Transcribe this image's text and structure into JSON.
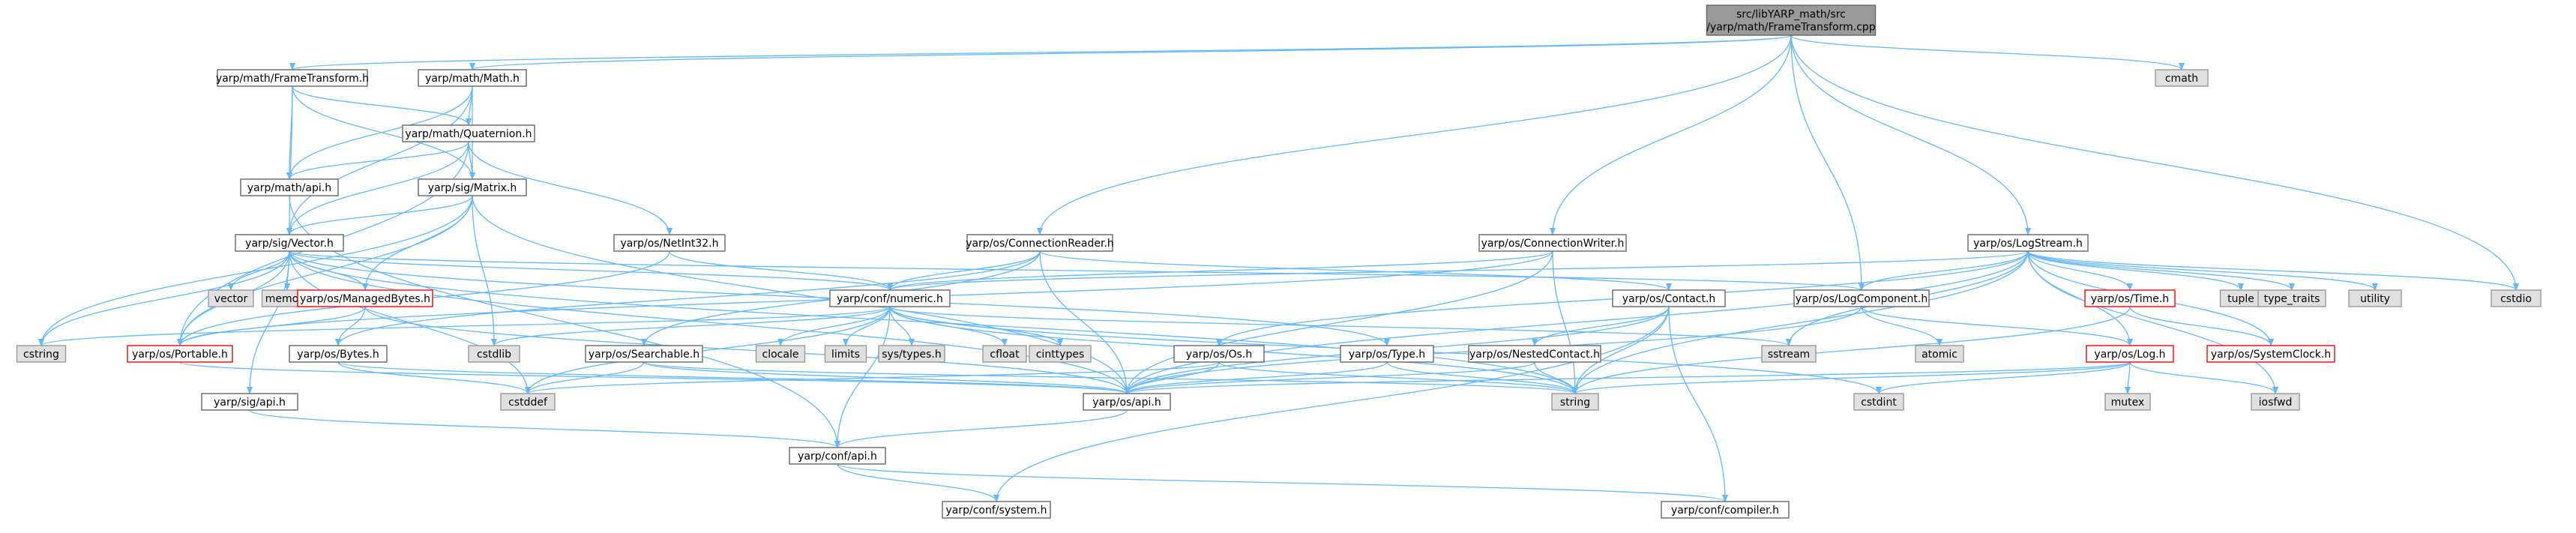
{
  "colors": {
    "edge": "#63b8ff",
    "root_fill": "#999999",
    "root_border": "#666666",
    "header_fill": "#ffffff",
    "header_border": "#666666",
    "system_fill": "#e0e0e0",
    "system_border": "#999999",
    "truncated_border": "#ff0000"
  },
  "nodes": [
    {
      "id": "root",
      "lines": [
        "src/libYARP_math/src",
        "/yarp/math/FrameTransform.cpp"
      ],
      "style": "root"
    },
    {
      "id": "frametransform_h",
      "lines": [
        "yarp/math/FrameTransform.h"
      ],
      "style": "header"
    },
    {
      "id": "math_h",
      "lines": [
        "yarp/math/Math.h"
      ],
      "style": "header"
    },
    {
      "id": "quaternion_h",
      "lines": [
        "yarp/math/Quaternion.h"
      ],
      "style": "header"
    },
    {
      "id": "math_api_h",
      "lines": [
        "yarp/math/api.h"
      ],
      "style": "header"
    },
    {
      "id": "matrix_h",
      "lines": [
        "yarp/sig/Matrix.h"
      ],
      "style": "header"
    },
    {
      "id": "vector_h",
      "lines": [
        "yarp/sig/Vector.h"
      ],
      "style": "header"
    },
    {
      "id": "netint32_h",
      "lines": [
        "yarp/os/NetInt32.h"
      ],
      "style": "header"
    },
    {
      "id": "connectionreader_h",
      "lines": [
        "yarp/os/ConnectionReader.h"
      ],
      "style": "header"
    },
    {
      "id": "connectionwriter_h",
      "lines": [
        "yarp/os/ConnectionWriter.h"
      ],
      "style": "header"
    },
    {
      "id": "logstream_h",
      "lines": [
        "yarp/os/LogStream.h"
      ],
      "style": "header"
    },
    {
      "id": "cmath",
      "lines": [
        "cmath"
      ],
      "style": "system"
    },
    {
      "id": "cstdio",
      "lines": [
        "cstdio"
      ],
      "style": "system"
    },
    {
      "id": "vector",
      "lines": [
        "vector"
      ],
      "style": "system"
    },
    {
      "id": "memory",
      "lines": [
        "memory"
      ],
      "style": "system"
    },
    {
      "id": "managedbytes_h",
      "lines": [
        "yarp/os/ManagedBytes.h"
      ],
      "style": "truncated"
    },
    {
      "id": "numeric_h",
      "lines": [
        "yarp/conf/numeric.h"
      ],
      "style": "header"
    },
    {
      "id": "contact_h",
      "lines": [
        "yarp/os/Contact.h"
      ],
      "style": "header"
    },
    {
      "id": "logcomponent_h",
      "lines": [
        "yarp/os/LogComponent.h"
      ],
      "style": "header"
    },
    {
      "id": "time_h",
      "lines": [
        "yarp/os/Time.h"
      ],
      "style": "truncated"
    },
    {
      "id": "tuple",
      "lines": [
        "tuple"
      ],
      "style": "system"
    },
    {
      "id": "type_traits",
      "lines": [
        "type_traits"
      ],
      "style": "system"
    },
    {
      "id": "utility",
      "lines": [
        "utility"
      ],
      "style": "system"
    },
    {
      "id": "cstring",
      "lines": [
        "cstring"
      ],
      "style": "system"
    },
    {
      "id": "portable_h",
      "lines": [
        "yarp/os/Portable.h"
      ],
      "style": "truncated"
    },
    {
      "id": "bytes_h",
      "lines": [
        "yarp/os/Bytes.h"
      ],
      "style": "header"
    },
    {
      "id": "cstdlib",
      "lines": [
        "cstdlib"
      ],
      "style": "system"
    },
    {
      "id": "searchable_h",
      "lines": [
        "yarp/os/Searchable.h"
      ],
      "style": "header"
    },
    {
      "id": "clocale",
      "lines": [
        "clocale"
      ],
      "style": "system"
    },
    {
      "id": "limits",
      "lines": [
        "limits"
      ],
      "style": "system"
    },
    {
      "id": "sys_types_h",
      "lines": [
        "sys/types.h"
      ],
      "style": "system"
    },
    {
      "id": "cfloat",
      "lines": [
        "cfloat"
      ],
      "style": "system"
    },
    {
      "id": "cinttypes",
      "lines": [
        "cinttypes"
      ],
      "style": "system"
    },
    {
      "id": "os_h",
      "lines": [
        "yarp/os/Os.h"
      ],
      "style": "header"
    },
    {
      "id": "type_h",
      "lines": [
        "yarp/os/Type.h"
      ],
      "style": "header"
    },
    {
      "id": "sstream",
      "lines": [
        "sstream"
      ],
      "style": "system"
    },
    {
      "id": "nestedcontact_h",
      "lines": [
        "yarp/os/NestedContact.h"
      ],
      "style": "header"
    },
    {
      "id": "atomic",
      "lines": [
        "atomic"
      ],
      "style": "system"
    },
    {
      "id": "log_h",
      "lines": [
        "yarp/os/Log.h"
      ],
      "style": "truncated"
    },
    {
      "id": "systemclock_h",
      "lines": [
        "yarp/os/SystemClock.h"
      ],
      "style": "truncated"
    },
    {
      "id": "sig_api_h",
      "lines": [
        "yarp/sig/api.h"
      ],
      "style": "header"
    },
    {
      "id": "cstddef",
      "lines": [
        "cstddef"
      ],
      "style": "system"
    },
    {
      "id": "os_api_h",
      "lines": [
        "yarp/os/api.h"
      ],
      "style": "header"
    },
    {
      "id": "string",
      "lines": [
        "string"
      ],
      "style": "system"
    },
    {
      "id": "cstdint",
      "lines": [
        "cstdint"
      ],
      "style": "system"
    },
    {
      "id": "mutex",
      "lines": [
        "mutex"
      ],
      "style": "system"
    },
    {
      "id": "iosfwd",
      "lines": [
        "iosfwd"
      ],
      "style": "system"
    },
    {
      "id": "conf_api_h",
      "lines": [
        "yarp/conf/api.h"
      ],
      "style": "header"
    },
    {
      "id": "conf_system_h",
      "lines": [
        "yarp/conf/system.h"
      ],
      "style": "header"
    },
    {
      "id": "conf_compiler_h",
      "lines": [
        "yarp/conf/compiler.h"
      ],
      "style": "header"
    }
  ],
  "edges": [
    [
      "root",
      "frametransform_h"
    ],
    [
      "root",
      "math_h"
    ],
    [
      "root",
      "connectionreader_h"
    ],
    [
      "root",
      "connectionwriter_h"
    ],
    [
      "root",
      "logstream_h"
    ],
    [
      "root",
      "logcomponent_h"
    ],
    [
      "root",
      "cmath"
    ],
    [
      "root",
      "cstdio"
    ],
    [
      "frametransform_h",
      "quaternion_h"
    ],
    [
      "frametransform_h",
      "math_api_h"
    ],
    [
      "frametransform_h",
      "matrix_h"
    ],
    [
      "frametransform_h",
      "vector_h"
    ],
    [
      "math_h",
      "quaternion_h"
    ],
    [
      "math_h",
      "math_api_h"
    ],
    [
      "math_h",
      "matrix_h"
    ],
    [
      "math_h",
      "vector_h"
    ],
    [
      "quaternion_h",
      "math_api_h"
    ],
    [
      "quaternion_h",
      "matrix_h"
    ],
    [
      "quaternion_h",
      "vector_h"
    ],
    [
      "quaternion_h",
      "netint32_h"
    ],
    [
      "quaternion_h",
      "portable_h"
    ],
    [
      "math_api_h",
      "conf_api_h"
    ],
    [
      "matrix_h",
      "vector_h"
    ],
    [
      "matrix_h",
      "managedbytes_h"
    ],
    [
      "matrix_h",
      "portable_h"
    ],
    [
      "matrix_h",
      "cstdlib"
    ],
    [
      "matrix_h",
      "cstring"
    ],
    [
      "matrix_h",
      "os_api_h"
    ],
    [
      "vector_h",
      "vector"
    ],
    [
      "vector_h",
      "memory"
    ],
    [
      "vector_h",
      "cstring"
    ],
    [
      "vector_h",
      "cstddef"
    ],
    [
      "vector_h",
      "string"
    ],
    [
      "vector_h",
      "managedbytes_h"
    ],
    [
      "vector_h",
      "portable_h"
    ],
    [
      "vector_h",
      "sig_api_h"
    ],
    [
      "vector_h",
      "type_h"
    ],
    [
      "vector_h",
      "numeric_h"
    ],
    [
      "vector_h",
      "os_api_h"
    ],
    [
      "vector_h",
      "logcomponent_h"
    ],
    [
      "netint32_h",
      "numeric_h"
    ],
    [
      "netint32_h",
      "portable_h"
    ],
    [
      "managedbytes_h",
      "bytes_h"
    ],
    [
      "managedbytes_h",
      "portable_h"
    ],
    [
      "managedbytes_h",
      "os_api_h"
    ],
    [
      "numeric_h",
      "conf_api_h"
    ],
    [
      "numeric_h",
      "cstddef"
    ],
    [
      "numeric_h",
      "clocale"
    ],
    [
      "numeric_h",
      "limits"
    ],
    [
      "numeric_h",
      "sys_types_h"
    ],
    [
      "numeric_h",
      "cfloat"
    ],
    [
      "numeric_h",
      "cinttypes"
    ],
    [
      "numeric_h",
      "cstring"
    ],
    [
      "numeric_h",
      "cstdlib"
    ],
    [
      "numeric_h",
      "sstream"
    ],
    [
      "numeric_h",
      "string"
    ],
    [
      "numeric_h",
      "cstdint"
    ],
    [
      "connectionreader_h",
      "numeric_h"
    ],
    [
      "connectionreader_h",
      "bytes_h"
    ],
    [
      "connectionreader_h",
      "searchable_h"
    ],
    [
      "connectionreader_h",
      "contact_h"
    ],
    [
      "connectionreader_h",
      "os_api_h"
    ],
    [
      "connectionwriter_h",
      "numeric_h"
    ],
    [
      "connectionwriter_h",
      "portable_h"
    ],
    [
      "connectionwriter_h",
      "os_api_h"
    ],
    [
      "connectionwriter_h",
      "string"
    ],
    [
      "logstream_h",
      "log_h"
    ],
    [
      "logstream_h",
      "os_h"
    ],
    [
      "logstream_h",
      "logcomponent_h"
    ],
    [
      "logstream_h",
      "time_h"
    ],
    [
      "logstream_h",
      "systemclock_h"
    ],
    [
      "logstream_h",
      "tuple"
    ],
    [
      "logstream_h",
      "type_traits"
    ],
    [
      "logstream_h",
      "utility"
    ],
    [
      "logstream_h",
      "cstdio"
    ],
    [
      "logstream_h",
      "sstream"
    ],
    [
      "logstream_h",
      "string"
    ],
    [
      "logstream_h",
      "iosfwd"
    ],
    [
      "logstream_h",
      "os_api_h"
    ],
    [
      "logstream_h",
      "numeric_h"
    ],
    [
      "contact_h",
      "nestedcontact_h"
    ],
    [
      "contact_h",
      "os_api_h"
    ],
    [
      "contact_h",
      "string"
    ],
    [
      "contact_h",
      "conf_system_h"
    ],
    [
      "contact_h",
      "conf_compiler_h"
    ],
    [
      "logcomponent_h",
      "log_h"
    ],
    [
      "logcomponent_h",
      "atomic"
    ],
    [
      "logcomponent_h",
      "os_api_h"
    ],
    [
      "time_h",
      "systemclock_h"
    ],
    [
      "time_h",
      "string"
    ],
    [
      "portable_h",
      "os_api_h"
    ],
    [
      "bytes_h",
      "os_api_h"
    ],
    [
      "bytes_h",
      "cstddef"
    ],
    [
      "searchable_h",
      "os_api_h"
    ],
    [
      "searchable_h",
      "string"
    ],
    [
      "searchable_h",
      "cstddef"
    ],
    [
      "os_h",
      "os_api_h"
    ],
    [
      "os_h",
      "string"
    ],
    [
      "os_h",
      "cstddef"
    ],
    [
      "type_h",
      "os_api_h"
    ],
    [
      "type_h",
      "string"
    ],
    [
      "nestedcontact_h",
      "os_api_h"
    ],
    [
      "nestedcontact_h",
      "string"
    ],
    [
      "log_h",
      "os_api_h"
    ],
    [
      "log_h",
      "cstdint"
    ],
    [
      "log_h",
      "mutex"
    ],
    [
      "log_h",
      "iosfwd"
    ],
    [
      "log_h",
      "string"
    ],
    [
      "sig_api_h",
      "conf_api_h"
    ],
    [
      "os_api_h",
      "conf_api_h"
    ],
    [
      "conf_api_h",
      "conf_system_h"
    ],
    [
      "conf_api_h",
      "conf_compiler_h"
    ]
  ]
}
